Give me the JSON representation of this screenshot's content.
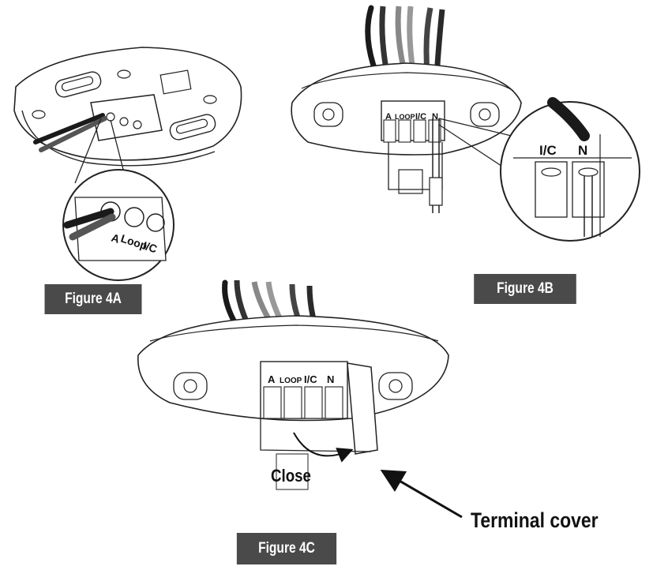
{
  "figures": {
    "fig_4a": {
      "caption": "Figure 4A",
      "terminals": [
        "A",
        "Loop",
        "I/C"
      ]
    },
    "fig_4b": {
      "caption": "Figure 4B",
      "terminals": [
        "A",
        "LOOP",
        "I/C",
        "N"
      ],
      "zoom_terminals": [
        "I/C",
        "N"
      ]
    },
    "fig_4c": {
      "caption": "Figure 4C",
      "terminals": [
        "A",
        "LOOP",
        "I/C",
        "N"
      ],
      "close_label": "Close",
      "cover_label": "Terminal cover"
    }
  },
  "colors": {
    "label_bg": "#4a4a4a",
    "label_text": "#ffffff",
    "line": "#1a1a1a"
  }
}
